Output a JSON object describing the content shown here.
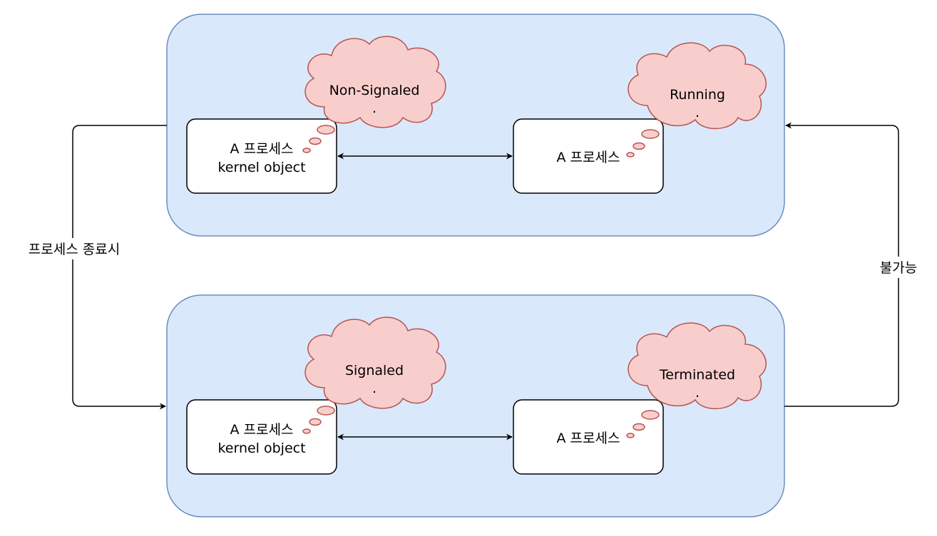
{
  "top_group": {
    "kernel_node": {
      "line1": "A 프로세스",
      "line2": "kernel object"
    },
    "process_node": {
      "label": "A 프로세스"
    },
    "kernel_state": {
      "line1": "Non-Signaled",
      "line2": "."
    },
    "process_state": {
      "line1": "Running",
      "line2": "."
    }
  },
  "bottom_group": {
    "kernel_node": {
      "line1": "A 프로세스",
      "line2": "kernel object"
    },
    "process_node": {
      "label": "A 프로세스"
    },
    "kernel_state": {
      "line1": "Signaled",
      "line2": "."
    },
    "process_state": {
      "line1": "Terminated",
      "line2": "."
    }
  },
  "edges": {
    "left_transition_label": "프로세스 종료시",
    "right_transition_label": "불가능"
  },
  "colors": {
    "group_fill": "#dae8fc",
    "group_stroke": "#6c8ebf",
    "cloud_fill": "#f8cecc",
    "cloud_stroke": "#b85450"
  }
}
